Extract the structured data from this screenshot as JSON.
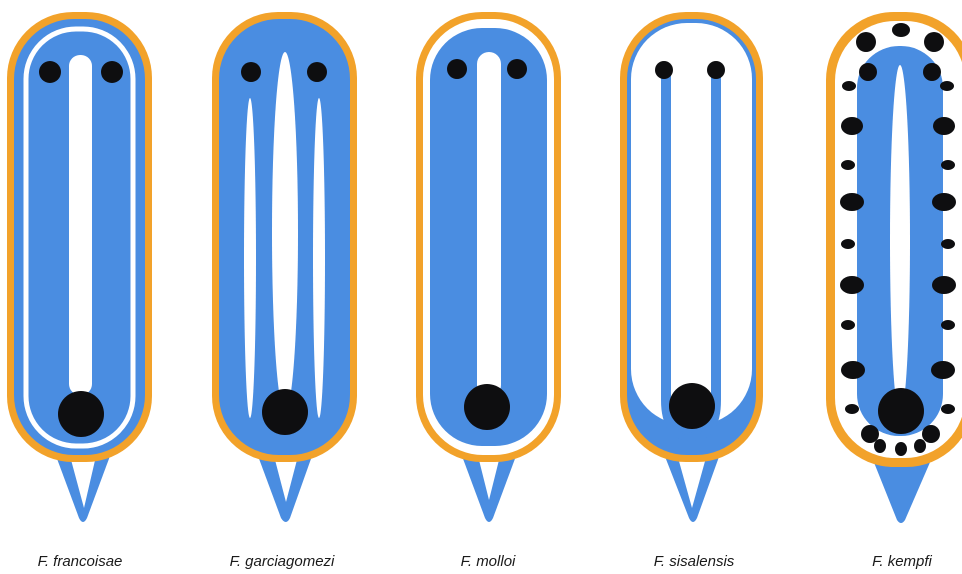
{
  "colors": {
    "rim": "#F2A22A",
    "body": "#4A8DE1",
    "spot": "#0E0E10",
    "background": "#FFFFFF"
  },
  "species": [
    {
      "label": "F. francoisae"
    },
    {
      "label": "F. garciagomezi"
    },
    {
      "label": "F. molloi"
    },
    {
      "label": "F. sisalensis"
    },
    {
      "label": "F. kempfi"
    }
  ]
}
